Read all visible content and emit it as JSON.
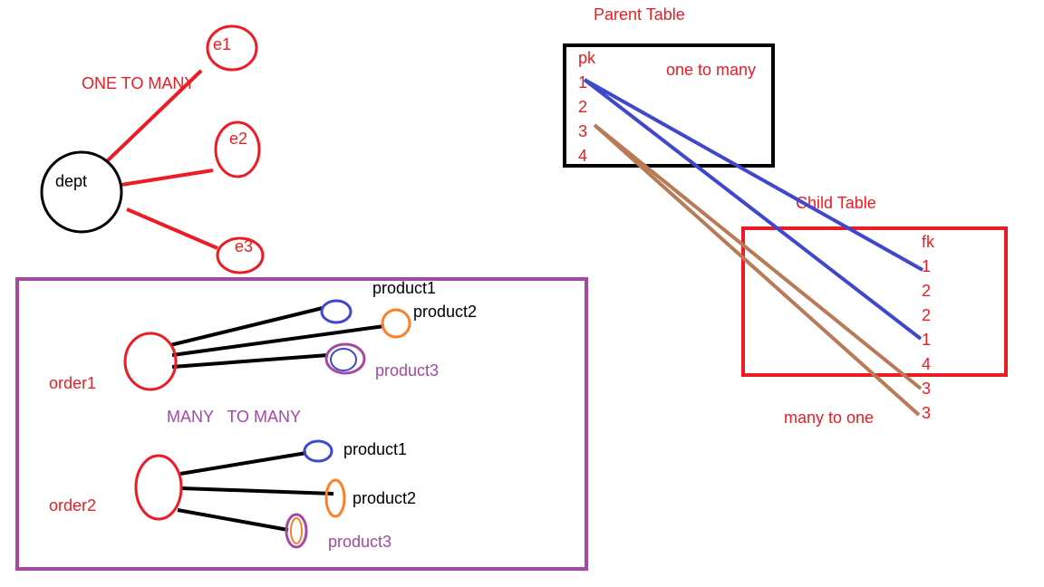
{
  "one_to_many_diagram": {
    "heading": "ONE TO MANY",
    "center_label": "dept",
    "nodes": [
      "e1",
      "e2",
      "e3"
    ]
  },
  "many_to_many_diagram": {
    "heading": "MANY   TO MANY",
    "groups": [
      {
        "label": "order1",
        "products": [
          "product1",
          "product2",
          "product3"
        ]
      },
      {
        "label": "order2",
        "products": [
          "product1",
          "product2",
          "product3"
        ]
      }
    ]
  },
  "parent_table": {
    "title": "Parent Table",
    "header": "pk",
    "rows": [
      "1",
      "2",
      "3",
      "4"
    ],
    "relation_label": "one to many"
  },
  "child_table": {
    "title": "Child Table",
    "header": "fk",
    "rows": [
      "1",
      "2",
      "2",
      "1",
      "4",
      "3",
      "3"
    ],
    "relation_label": "many to one"
  },
  "colors": {
    "red": "#ed1c24",
    "purple": "#a349a4",
    "blue": "#3f48cc",
    "orange": "#ff7f27",
    "brown": "#b97a57",
    "black": "#000000"
  }
}
